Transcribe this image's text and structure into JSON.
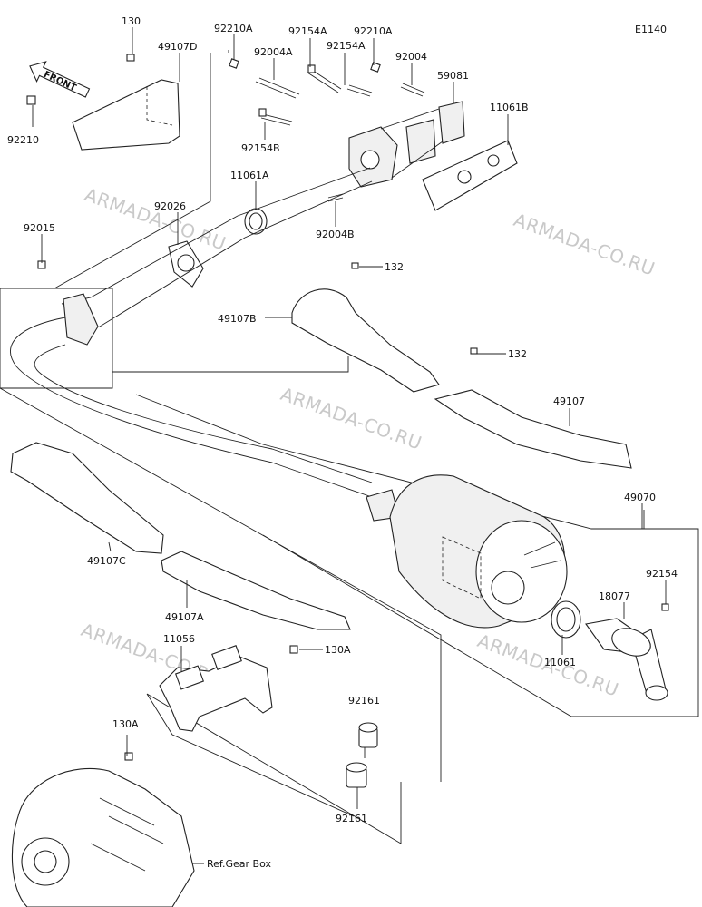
{
  "diagram_id": "E1140",
  "front_label": "FRONT",
  "watermark": "ARMADA-CO.RU",
  "reference_note": "Ref.Gear Box",
  "part_labels": {
    "p130_top": "130",
    "p49107D": "49107D",
    "p92210": "92210",
    "p92210A_l": "92210A",
    "p92004A": "92004A",
    "p92154A_l": "92154A",
    "p92210A_r": "92210A",
    "p92154A_r": "92154A",
    "p92004": "92004",
    "p59081": "59081",
    "p11061B": "11061B",
    "p92154B": "92154B",
    "p11061A": "11061A",
    "p92026": "92026",
    "p92004B": "92004B",
    "p92015": "92015",
    "p132_a": "132",
    "p49107B": "49107B",
    "p132_b": "132",
    "p49107": "49107",
    "p49070": "49070",
    "p49107C": "49107C",
    "p92154": "92154",
    "p18077": "18077",
    "p49107A": "49107A",
    "p11056": "11056",
    "p130A_r": "130A",
    "p11061": "11061",
    "p130A_l": "130A",
    "p92161_t": "92161",
    "p92161_b": "92161"
  }
}
